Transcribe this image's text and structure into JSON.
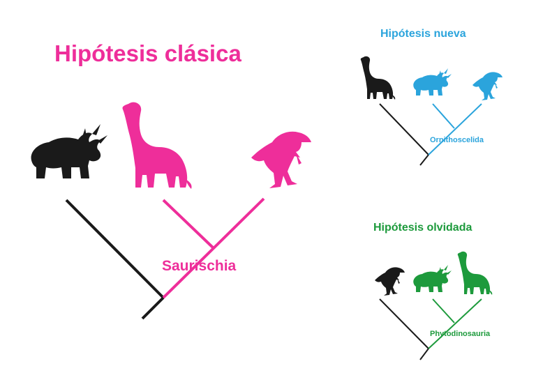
{
  "colors": {
    "black": "#1a1a1a",
    "pink": "#ee2e9a",
    "blue": "#2ba4dc",
    "green": "#1d9a3c"
  },
  "panels": {
    "classic": {
      "title": "Hipótesis clásica",
      "clade": "Saurischia"
    },
    "new": {
      "title": "Hipótesis nueva",
      "clade": "Ornithoscelida"
    },
    "forgotten": {
      "title": "Hipótesis olvidada",
      "clade": "Phytodinosauria"
    }
  },
  "icons": {
    "ornithischian": "triceratops-icon",
    "sauropodomorph": "sauropod-icon",
    "theropod": "theropod-icon"
  }
}
